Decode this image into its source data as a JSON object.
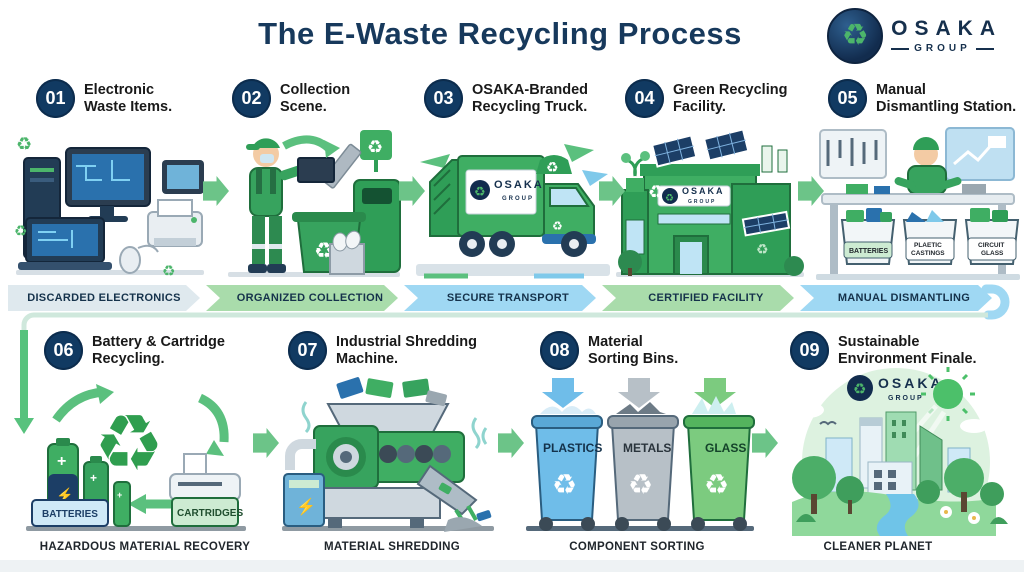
{
  "title": "The E-Waste Recycling Process",
  "brand": {
    "name": "OSAKA",
    "group": "GROUP"
  },
  "glyphs": {
    "recycle": "♻",
    "bolt": "⚡",
    "plus": "+"
  },
  "steps": [
    {
      "num": "01",
      "line1": "Electronic",
      "line2": "Waste Items."
    },
    {
      "num": "02",
      "line1": "Collection",
      "line2": "Scene."
    },
    {
      "num": "03",
      "line1": "OSAKA-Branded",
      "line2": "Recycling Truck."
    },
    {
      "num": "04",
      "line1": "Green Recycling",
      "line2": "Facility."
    },
    {
      "num": "05",
      "line1": "Manual",
      "line2": "Dismantling Station."
    },
    {
      "num": "06",
      "line1": "Battery & Cartridge",
      "line2": "Recycling."
    },
    {
      "num": "07",
      "line1": "Industrial Shredding",
      "line2": "Machine."
    },
    {
      "num": "08",
      "line1": "Material",
      "line2": "Sorting Bins."
    },
    {
      "num": "09",
      "line1": "Sustainable",
      "line2": "Environment Finale."
    }
  ],
  "banners": [
    {
      "label": "DISCARDED ELECTRONICS",
      "color": "#dfe9ee"
    },
    {
      "label": "ORGANIZED COLLECTION",
      "color": "#a9dcab"
    },
    {
      "label": "SECURE TRANSPORT",
      "color": "#9fd8f3"
    },
    {
      "label": "CERTIFIED FACILITY",
      "color": "#a9dcab"
    },
    {
      "label": "MANUAL DISMANTLING",
      "color": "#9fd8f3"
    }
  ],
  "bottom_labels": [
    "HAZARDOUS MATERIAL RECOVERY",
    "MATERIAL SHREDDING",
    "COMPONENT SORTING",
    "CLEANER PLANET"
  ],
  "dismantling_bins": [
    {
      "l1": "BATTERIES",
      "l2": ""
    },
    {
      "l1": "PLAETIC",
      "l2": "CASTINGS"
    },
    {
      "l1": "CIRCUIT",
      "l2": "GLASS"
    }
  ],
  "recovery_boxes": {
    "left": "BATTERIES",
    "right": "CARTRIDGES"
  },
  "sorting_bins": [
    {
      "label": "PLASTICS",
      "color": "#6fbde9"
    },
    {
      "label": "METALS",
      "color": "#b7c0c7"
    },
    {
      "label": "GLASS",
      "color": "#7ccb7f"
    }
  ],
  "colors": {
    "title_navy": "#17395c",
    "badge_navy": "#113a62",
    "arrow_green": "#6cc488",
    "illustration_green": "#3fa85e",
    "connector_green": "#57c27d",
    "connector_pale": "#cfe8dc"
  }
}
